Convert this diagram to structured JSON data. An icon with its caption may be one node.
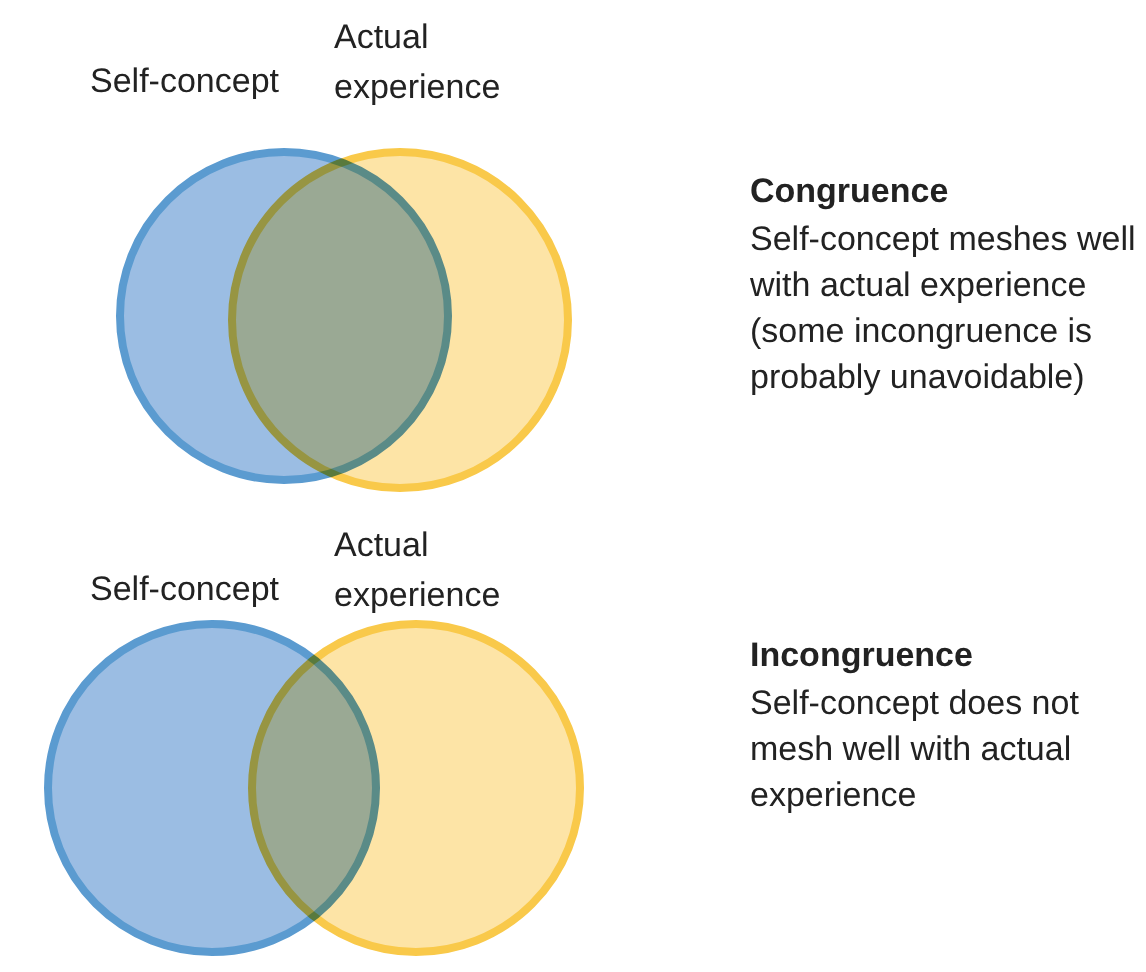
{
  "diagram": {
    "nodes": [
      {
        "text": [],
        "shape": "circle",
        "beside": [
          "Self-concept"
        ]
      },
      {
        "text": [],
        "shape": "circle",
        "beside": [
          "Actual experience"
        ]
      },
      {
        "text": [],
        "shape": "circle",
        "beside": [
          "Self-concept"
        ]
      },
      {
        "text": [],
        "shape": "circle",
        "beside": [
          "Actual experience"
        ]
      }
    ],
    "labels": [
      "Congruence",
      "Self-concept meshes well with actual experience (some incongruence is probably unavoidable)",
      "Incongruence",
      "Self-concept does not mesh well with actual experience"
    ]
  }
}
